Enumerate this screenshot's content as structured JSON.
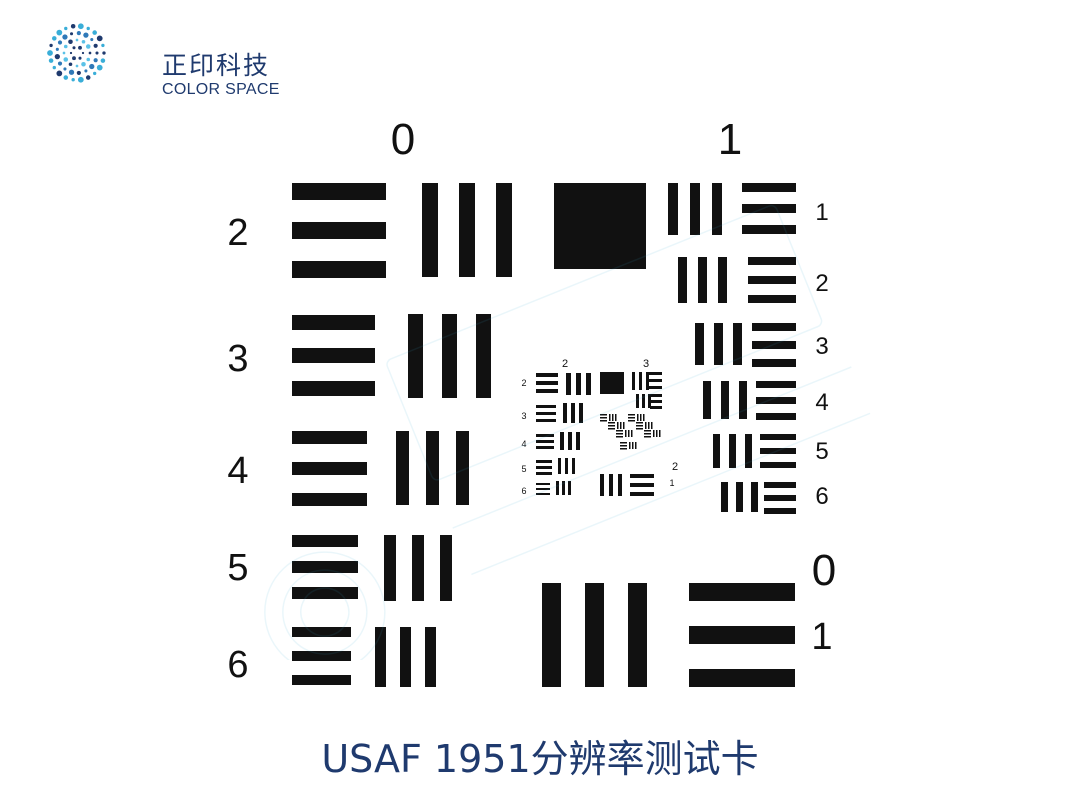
{
  "brand": {
    "name_cn": "正印科技",
    "name_en": "COLOR SPACE",
    "primary_color": "#1f3a6e",
    "accent_color": "#3aaed8"
  },
  "target": {
    "group_labels": [
      "0",
      "1"
    ],
    "element_labels_left": [
      "2",
      "3",
      "4",
      "5",
      "6"
    ],
    "element_labels_right": [
      "1",
      "2",
      "3",
      "4",
      "5",
      "6"
    ],
    "lower_group_labels": [
      "0",
      "1"
    ],
    "inner": {
      "group_labels": [
        "2",
        "3"
      ],
      "element_labels_left": [
        "2",
        "3",
        "4",
        "5",
        "6"
      ],
      "element_labels_right": [
        "1",
        "2"
      ]
    },
    "bar_color": "#111111"
  },
  "caption": "USAF 1951分辨率测试卡"
}
